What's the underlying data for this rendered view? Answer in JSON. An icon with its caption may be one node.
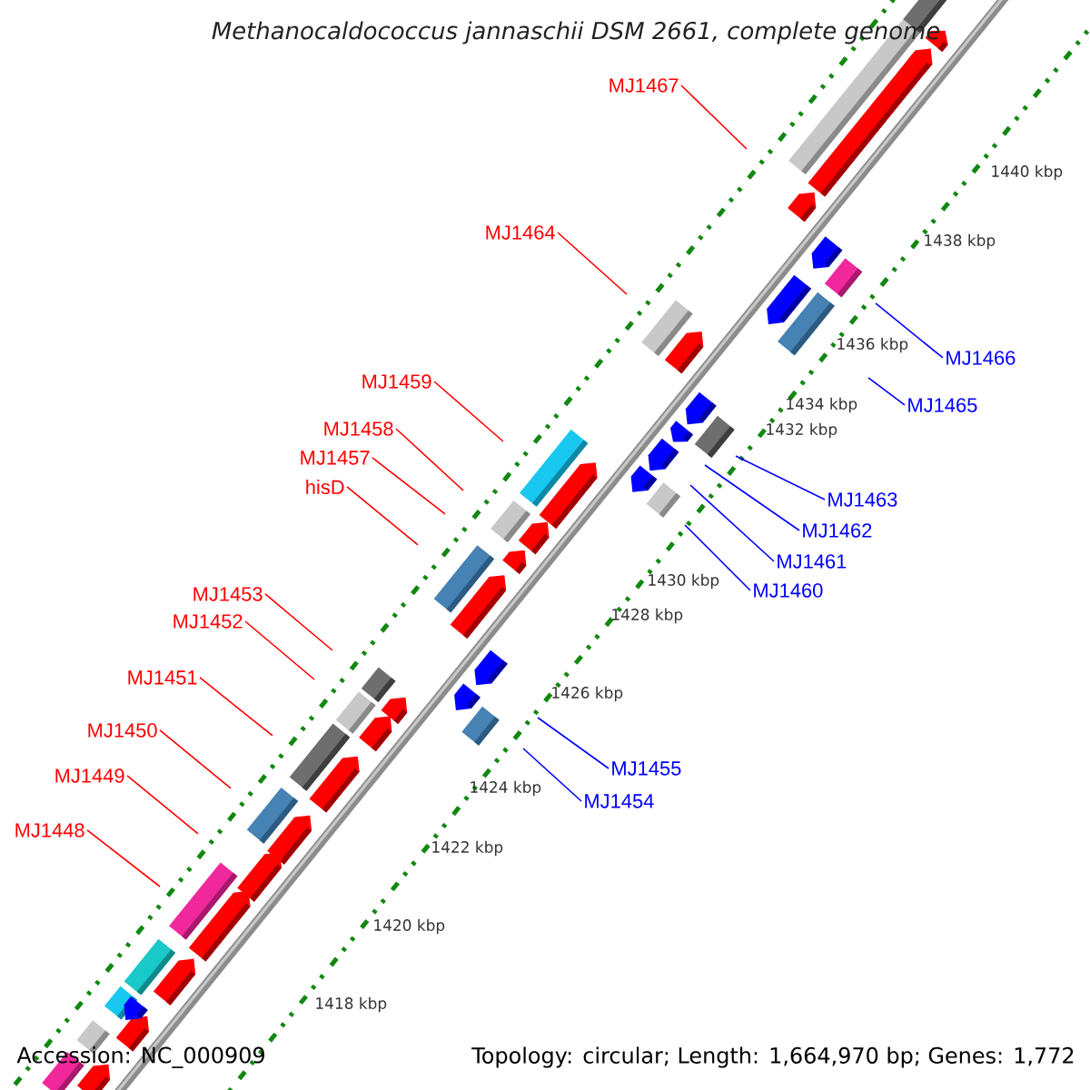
{
  "diagram": {
    "title": "Methanocaldococcus jannaschii DSM 2661, complete genome",
    "nodes": [
      {
        "text": [
          "MJ1467"
        ]
      },
      {
        "text": [
          "MJ1464"
        ]
      },
      {
        "text": [
          "MJ1466"
        ]
      },
      {
        "text": [
          "MJ1459"
        ]
      },
      {
        "text": [
          "MJ1465"
        ]
      },
      {
        "text": [
          "MJ1458"
        ]
      },
      {
        "text": [
          "MJ1457"
        ]
      },
      {
        "text": [
          "hisD"
        ]
      },
      {
        "text": [
          "MJ1463"
        ]
      },
      {
        "text": [
          "MJ1462"
        ]
      },
      {
        "text": [
          "MJ1461"
        ]
      },
      {
        "text": [
          "MJ1460"
        ]
      },
      {
        "text": [
          "MJ1453"
        ]
      },
      {
        "text": [
          "MJ1452"
        ]
      },
      {
        "text": [
          "MJ1451"
        ]
      },
      {
        "text": [
          "MJ1450"
        ]
      },
      {
        "text": [
          "MJ1455"
        ]
      },
      {
        "text": [
          "MJ1449"
        ]
      },
      {
        "text": [
          "MJ1454"
        ]
      },
      {
        "text": [
          "MJ1448"
        ]
      }
    ],
    "edges": [
      {
        "from": 0,
        "to": null,
        "arrow": "none"
      },
      {
        "from": 1,
        "to": null,
        "arrow": "none"
      },
      {
        "from": 2,
        "to": null,
        "arrow": "none",
        "color": "#0000ff"
      },
      {
        "from": 3,
        "to": null,
        "arrow": "none"
      },
      {
        "from": 4,
        "to": null,
        "arrow": "none",
        "color": "#0000ff"
      },
      {
        "from": 5,
        "to": null,
        "arrow": "none"
      },
      {
        "from": 6,
        "to": null,
        "arrow": "none"
      },
      {
        "from": 7,
        "to": null,
        "arrow": "none"
      },
      {
        "from": 8,
        "to": null,
        "arrow": "none",
        "color": "#0000ff"
      },
      {
        "from": 9,
        "to": null,
        "arrow": "none",
        "color": "#0000ff"
      },
      {
        "from": 10,
        "to": null,
        "arrow": "none",
        "color": "#0000ff"
      },
      {
        "from": 11,
        "to": null,
        "arrow": "none",
        "color": "#0000ff"
      },
      {
        "from": 12,
        "to": null,
        "arrow": "none"
      },
      {
        "from": 13,
        "to": null,
        "arrow": "none"
      },
      {
        "from": 14,
        "to": null,
        "arrow": "none"
      },
      {
        "from": 15,
        "to": null,
        "arrow": "none"
      },
      {
        "from": 16,
        "to": null,
        "arrow": "none",
        "color": "#0000ff"
      },
      {
        "from": 17,
        "to": null,
        "arrow": "none"
      },
      {
        "from": 18,
        "to": null,
        "arrow": "none",
        "color": "#0000ff"
      },
      {
        "from": 19,
        "to": null,
        "arrow": "none"
      }
    ],
    "labels": [
      "1440 kbp",
      "1438 kbp",
      "1436 kbp",
      "1434 kbp",
      "1432 kbp",
      "1430 kbp",
      "1428 kbp",
      "1426 kbp",
      "1424 kbp",
      "1422 kbp",
      "1420 kbp",
      "1418 kbp",
      "Accession: NC_000909",
      "Topology: circular; Length: 1,664,970 bp; Genes: 1,772"
    ]
  }
}
